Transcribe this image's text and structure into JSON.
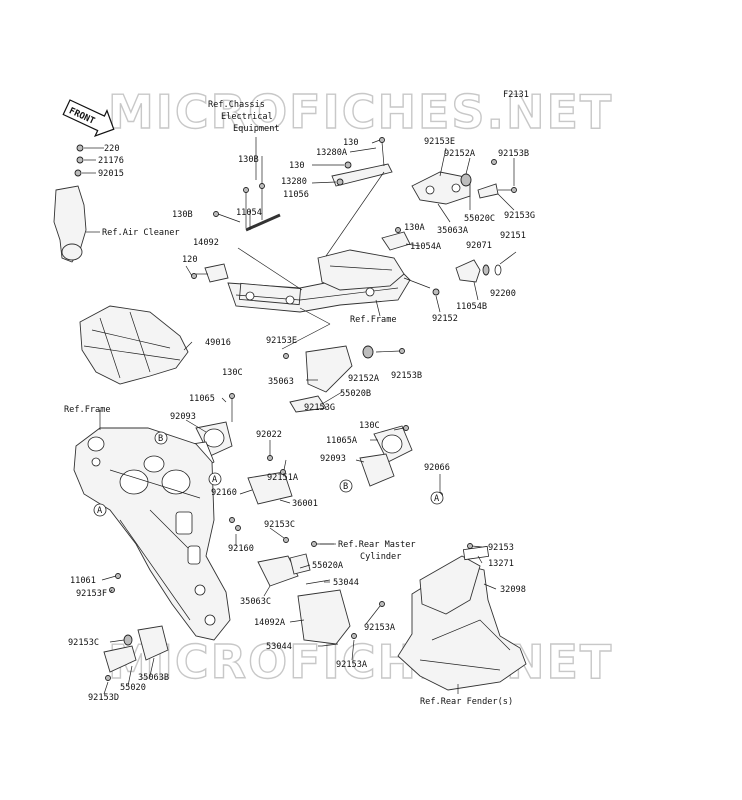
{
  "diagram_id": "F2131",
  "watermark": "MICROFICHES.NET",
  "front_label": "FRONT",
  "references": {
    "chassis_electrical_1": "Ref.Chassis",
    "chassis_electrical_2": "Electrical",
    "chassis_electrical_3": "Equipment",
    "air_cleaner": "Ref.Air Cleaner",
    "frame_top": "Ref.Frame",
    "frame_left": "Ref.Frame",
    "rear_master_1": "Ref.Rear Master",
    "rear_master_2": "Cylinder",
    "rear_fender": "Ref.Rear Fender(s)"
  },
  "callout_circles": [
    "A",
    "A",
    "A",
    "B",
    "B"
  ],
  "parts": {
    "p220": "220",
    "p21176": "21176",
    "p92015": "92015",
    "p130_top": "130",
    "p13280A": "13280A",
    "p130B_1": "130B",
    "p130_mid": "130",
    "p13280": "13280",
    "p11056": "11056",
    "p11054": "11054",
    "p130B_2": "130B",
    "p14092": "14092",
    "p120": "120",
    "p92153E_top": "92153E",
    "p92152A_top": "92152A",
    "p92153B_top": "92153B",
    "p55020C": "55020C",
    "p35063A": "35063A",
    "p92153G_top": "92153G",
    "p130A": "130A",
    "p11054A": "11054A",
    "p92071": "92071",
    "p92151": "92151",
    "p92200": "92200",
    "p11054B": "11054B",
    "p92152": "92152",
    "p49016": "49016",
    "p92153E_mid": "92153E",
    "p35063": "35063",
    "p92152A_mid": "92152A",
    "p92153B_mid": "92153B",
    "p55020B": "55020B",
    "p92153G_mid": "92153G",
    "p130C_1": "130C",
    "p11065": "11065",
    "p92093_1": "92093",
    "p92022": "92022",
    "p92151A": "92151A",
    "p130C_2": "130C",
    "p11065A": "11065A",
    "p92093_2": "92093",
    "p92066": "92066",
    "p92160_1": "92160",
    "p36001": "36001",
    "p92160_2": "92160",
    "p92153C_1": "92153C",
    "p55020A": "55020A",
    "p53044_1": "53044",
    "p35063C": "35063C",
    "p14092A": "14092A",
    "p92153A": "92153A",
    "p53044_2": "53044",
    "p92153A_2": "92153A",
    "p11061": "11061",
    "p92153F": "92153F",
    "p92153C_2": "92153C",
    "p35063B": "35063B",
    "p55020": "55020",
    "p92153D": "92153D",
    "p92153": "92153",
    "p13271": "13271",
    "p32098": "32098"
  }
}
